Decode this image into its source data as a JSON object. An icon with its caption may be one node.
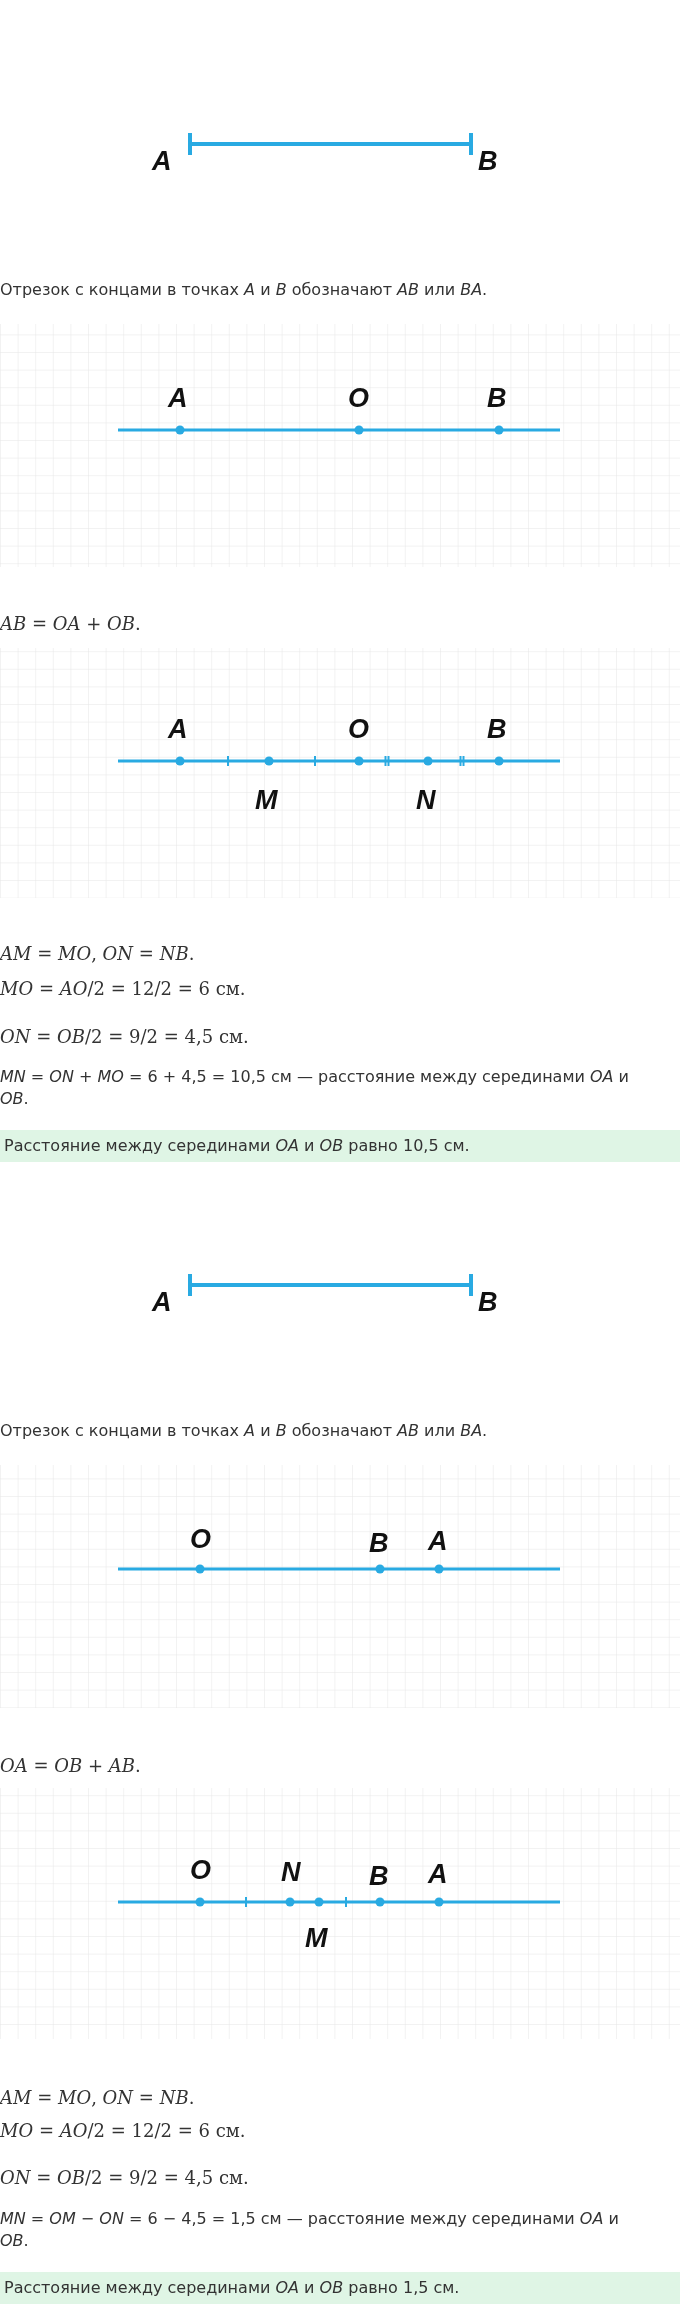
{
  "diagram": {
    "labels": [
      "A",
      "B",
      "Отрезок с концами в точках *A* и *B* обозначают *AB* или *BA*.",
      "A",
      "O",
      "B",
      "*AB* = *OA* + *OB*.",
      "A",
      "O",
      "B",
      "M",
      "N",
      "*AM* = *MO*, *ON* = *NB*.",
      "*MO* = *AO*/2 = 12/2 = 6 см.",
      "*ON* = *OB*/2 = 9/2 = 4,5 см.",
      "*MN* = *ON* + *MO* = 6 + 4,5 = 10,5 см — расстояние между серединами *OA* и *OB*.",
      "Расстояние между серединами *OA* и *OB* равно 10,5 см.",
      "A",
      "B",
      "Отрезок с концами в точках *A* и *B* обозначают *AB* или *BA*.",
      "O",
      "B",
      "A",
      "*OA* = *OB* + *AB*.",
      "O",
      "N",
      "B",
      "A",
      "M",
      "*AM* = *MO*, *ON* = *NB*.",
      "*MO* = *AO*/2 = 12/2 = 6 см.",
      "*ON* = *OB*/2 = 9/2 = 4,5 см.",
      "*MN* = *OM* − *ON* = 6 − 4,5 = 1,5 см — расстояние между серединами *OA* и *OB*.",
      "Расстояние между серединами *OA* и *OB* равно 1,5 см."
    ]
  }
}
